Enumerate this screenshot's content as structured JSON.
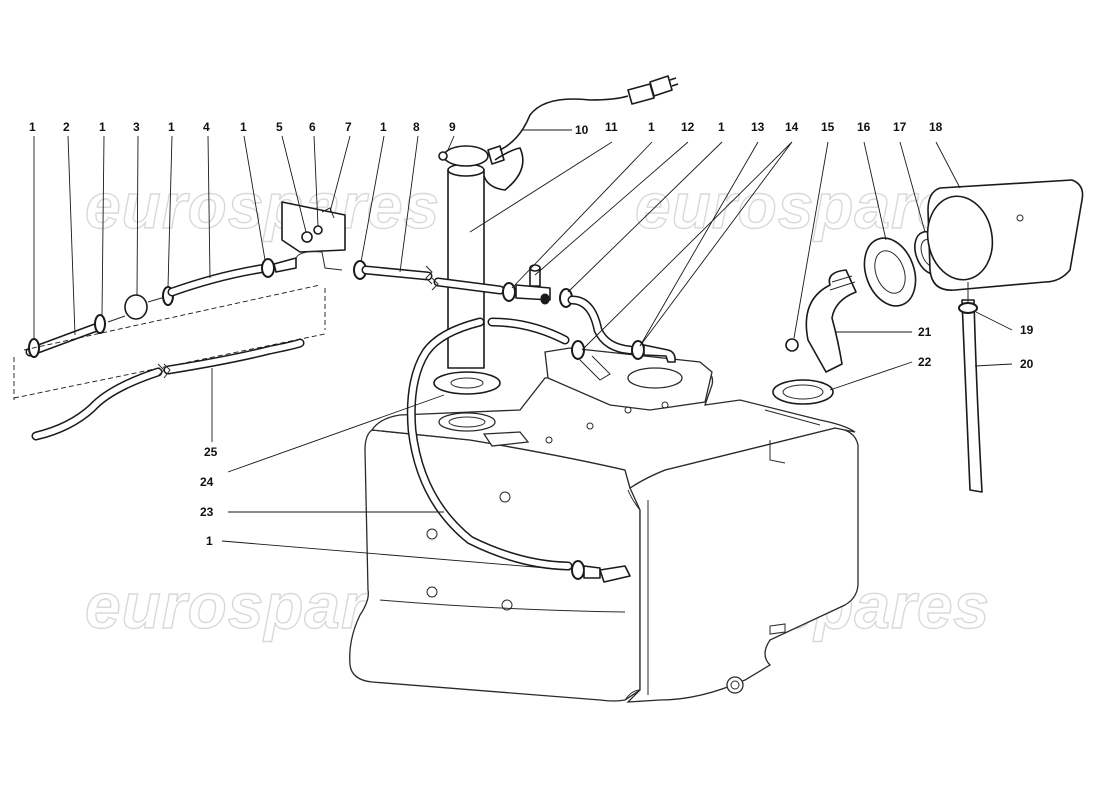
{
  "watermark": {
    "text": "eurospares",
    "color": "#d9d9d9"
  },
  "callouts_top": [
    "1",
    "2",
    "1",
    "3",
    "1",
    "4",
    "1",
    "5",
    "6",
    "7",
    "1",
    "8",
    "9",
    "10",
    "11",
    "1",
    "12",
    "1",
    "13",
    "14",
    "15",
    "16",
    "17",
    "18"
  ],
  "callouts_side": [
    "19",
    "20",
    "21",
    "22",
    "25",
    "24",
    "23",
    "1"
  ],
  "colors": {
    "line": "#1a1a1a",
    "background": "#ffffff"
  }
}
